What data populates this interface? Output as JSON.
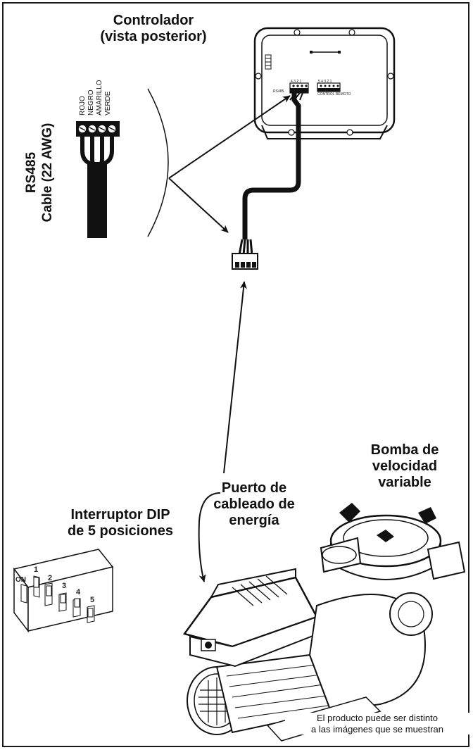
{
  "controller": {
    "title": "Controlador\n(vista posterior)",
    "port_label": "RS485",
    "remote_label": "CONTROL REMOTO",
    "port_pins": "4 3 2 1",
    "remote_pins": "5 4 3 2 1"
  },
  "cable": {
    "title": "RS485\nCable (22 AWG)",
    "wire_colors": [
      "ROJO",
      "NEGRO",
      "AMARILLO",
      "VERDE"
    ]
  },
  "pump": {
    "title": "Bomba de\nvelocidad\nvariable"
  },
  "power_port": {
    "title": "Puerto de\ncableado de\nenergía"
  },
  "dip_switch": {
    "title": "Interruptor DIP\nde 5 posiciones",
    "on_label": "ON",
    "positions": [
      "1",
      "2",
      "3",
      "4",
      "5"
    ]
  },
  "disclaimer": "El producto puede ser distinto\na las imágenes que se muestran"
}
